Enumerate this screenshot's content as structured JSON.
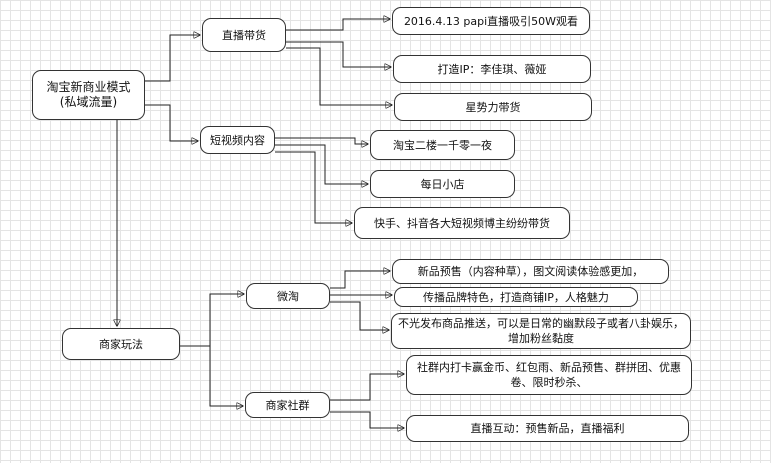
{
  "nodes": {
    "root": "淘宝新商业模式\n(私域流量)",
    "live": "直播带货",
    "live_papi": "2016.4.13 papi直播吸引50W观看",
    "live_ip": "打造IP：李佳琪、薇娅",
    "live_star": "星势力带货",
    "video": "短视频内容",
    "video_ertou": "淘宝二楼一千零一夜",
    "video_meiri": "每日小店",
    "video_kuaishou": "快手、抖音各大短视频博主纷纷带货",
    "merchant": "商家玩法",
    "weitao": "微淘",
    "weitao_preview": "新品预售（内容种草），图文阅读体验感更加，",
    "weitao_brand": "传播品牌特色，打造商铺IP，人格魅力",
    "weitao_content": "不光发布商品推送，可以是日常的幽默段子或者八卦娱乐，增加粉丝黏度",
    "community": "商家社群",
    "community_activity": "社群内打卡赢金币、红包雨、新品预售、群拼团、优惠卷、限时秒杀、",
    "community_live": "直播互动：预售新品，直播福利"
  },
  "colors": {
    "line": "#222222",
    "border": "#333333",
    "grid": "#e4e4e4"
  }
}
